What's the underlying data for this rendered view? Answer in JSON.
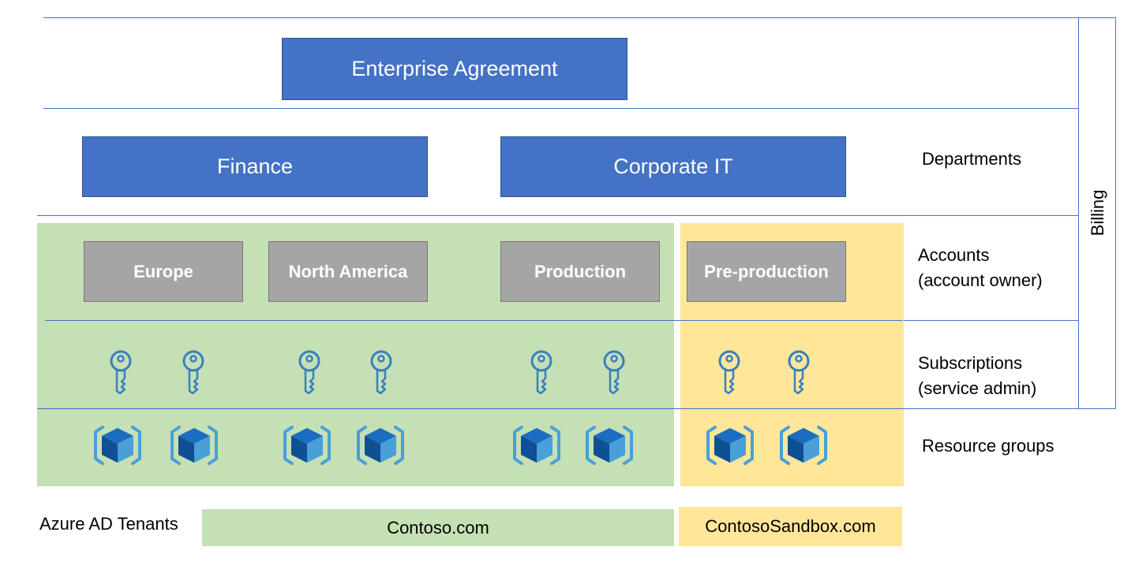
{
  "top": {
    "agreement": "Enterprise Agreement"
  },
  "departments": {
    "finance": "Finance",
    "corporate_it": "Corporate IT"
  },
  "accounts": {
    "europe": "Europe",
    "north_america": "North America",
    "production": "Production",
    "pre_production": "Pre-production"
  },
  "side_labels": {
    "departments": "Departments",
    "accounts_line1": "Accounts",
    "accounts_line2": "(account owner)",
    "subscriptions_line1": "Subscriptions",
    "subscriptions_line2": "(service admin)",
    "resource_groups": "Resource groups",
    "billing": "Billing"
  },
  "tenants": {
    "label": "Azure AD Tenants",
    "contoso": "Contoso.com",
    "sandbox": "ContosoSandbox.com"
  },
  "icons": {
    "subscription": "key-icon",
    "resource_group": "resource-group-cube-icon"
  },
  "colors": {
    "department_blue": "#4472c4",
    "account_gray": "#a5a5a5",
    "contoso_green": "#c5e0b4",
    "sandbox_yellow": "#ffe699",
    "icon_blue": "#2e75b6"
  }
}
